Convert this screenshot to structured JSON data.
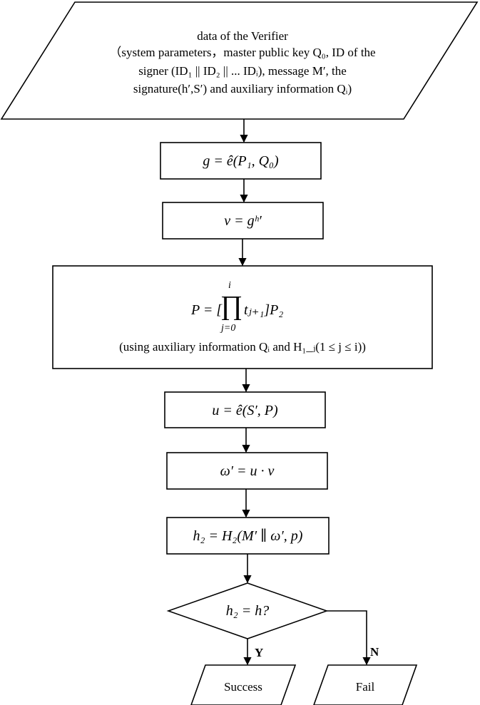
{
  "input": {
    "line1": "data of the Verifier",
    "line2": "（system parameters，master public key  Q₀, ID of the",
    "line3": "signer (ID₁ || ID₂ || ... IDᵢ), message  M′, the",
    "line4": "signature(h′,S′)  and auxiliary information  Qᵢ)"
  },
  "steps": {
    "g": "g = ê(P₁, Q₀)",
    "v": "v = gʰ′",
    "p_lhs": "P = [",
    "p_top": "i",
    "p_prod": "∏",
    "p_bottom": "j=0",
    "p_rhs": "tⱼ₊₁]P₂",
    "p_note": "(using auxiliary information  Qᵢ  and  H₁_ⱼ(1 ≤ j ≤ i))",
    "u": "u = ê(S′, P)",
    "omega": "ω′ = u · v",
    "h2": "h₂ = H₂(M′ ∥ ω′, p)"
  },
  "decision": {
    "question": "h₂ = h?",
    "yes_label": "Y",
    "no_label": "N"
  },
  "outputs": {
    "success": "Success",
    "fail": "Fail"
  }
}
